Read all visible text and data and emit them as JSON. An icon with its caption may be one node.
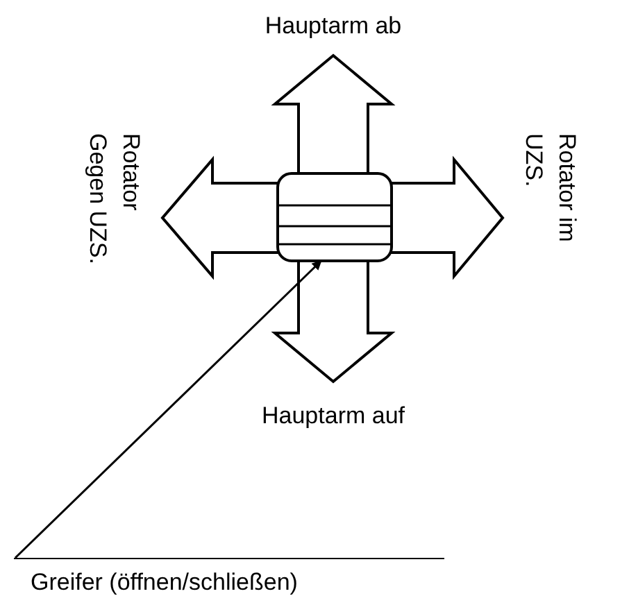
{
  "diagram": {
    "nodes": [
      {
        "text": [
          "Greifer (öffnen/schließen)"
        ]
      },
      {
        "text": [],
        "shape": "box"
      }
    ],
    "edges": [
      {
        "from": 0,
        "to": 1,
        "arrow": "to"
      }
    ],
    "labels": [
      "Hauptarm ab",
      "Rotator Gegen UZS.",
      "Rotator im UZS.",
      "Hauptarm auf"
    ]
  }
}
